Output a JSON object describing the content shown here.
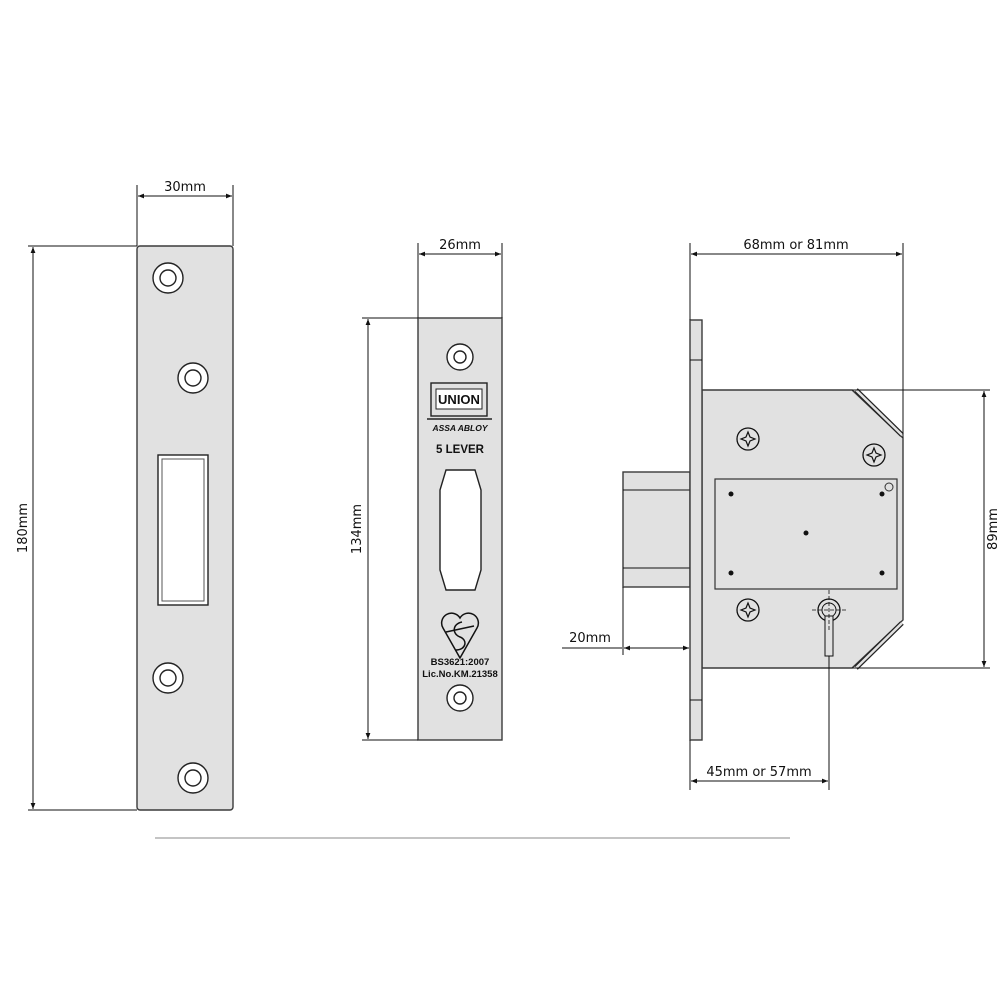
{
  "strike_plate": {
    "width_label": "30mm",
    "height_label": "180mm"
  },
  "faceplate": {
    "width_label": "26mm",
    "height_label": "134mm",
    "logo_text": "UNION",
    "brand": "ASSA ABLOY",
    "model": "5 LEVER",
    "standard": "BS3621:2007",
    "licence": "Lic.No.KM.21358"
  },
  "lock_body": {
    "width_label": "68mm or 81mm",
    "height_label": "89mm",
    "bolt_throw_label": "20mm",
    "backset_label": "45mm or 57mm"
  }
}
